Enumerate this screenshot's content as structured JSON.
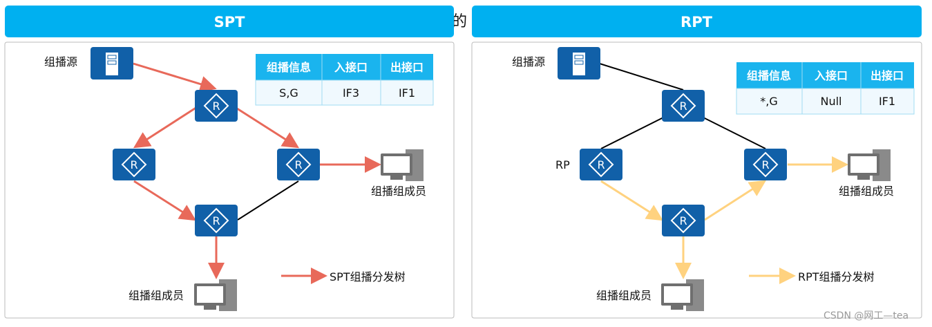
{
  "background_text": "的",
  "colors": {
    "header": "#00b0f0",
    "device": "#1160a8",
    "spt_arrow": "#e8695a",
    "rpt_arrow": "#ffd27f",
    "table_header": "#1ab4ee",
    "table_cell": "#f0f9fe"
  },
  "spt": {
    "title": "SPT",
    "source_label": "组播源",
    "member_label_right": "组播组成员",
    "member_label_bottom": "组播组成员",
    "legend": "SPT组播分发树",
    "table": {
      "headers": [
        "组播信息",
        "入接口",
        "出接口"
      ],
      "row": [
        "S,G",
        "IF3",
        "IF1"
      ]
    }
  },
  "rpt": {
    "title": "RPT",
    "source_label": "组播源",
    "rp_label": "RP",
    "member_label_right": "组播组成员",
    "member_label_bottom": "组播组成员",
    "legend": "RPT组播分发树",
    "table": {
      "headers": [
        "组播信息",
        "入接口",
        "出接口"
      ],
      "row": [
        "*,G",
        "Null",
        "IF1"
      ]
    }
  },
  "watermark": "CSDN @网工—tea",
  "icons": {
    "router": "router-icon",
    "server": "server-icon",
    "pc": "pc-icon"
  }
}
